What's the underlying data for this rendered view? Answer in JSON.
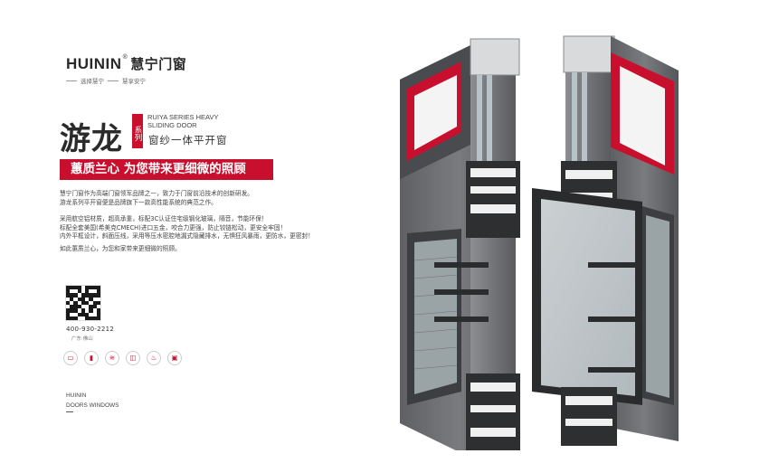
{
  "brand": {
    "name": "HUININ",
    "reg_mark": "®",
    "name_cn": "慧宁门窗",
    "tagline_left": "选择慧宁",
    "tagline_right": "慧享安宁"
  },
  "product": {
    "title": "游龙",
    "series_tag": "系列",
    "title_en": "RUIYA SERIES HEAVY SLIDING DOOR",
    "subtitle": "窗纱一体平开窗"
  },
  "slogan": "蕙质兰心 为您带来更细微的照顾",
  "intro": [
    "慧宁门窗作为高端门窗领军品牌之一，致力于门窗前沿技术的创新研发。",
    "游龙系列平开窗便是品牌旗下一款高性能系统的典范之作。"
  ],
  "features_text": [
    "采用航空铝材质，超高承重，标配3C认证住宅级钢化玻璃，隔音，节能环保！",
    "标配全套美国(希美克CMECH)进口五金，咬合力更强，防止铰链松动，更安全牢固！",
    "内外平框设计，斜面压线，采用等压水密腔地漏式隐藏排水，无惧狂风暴雨，更防水，更密封！"
  ],
  "closing": "如此蕙质兰心，为您和家带来更细微的照顾。",
  "contact": {
    "phone": "400-930-2212",
    "location": "广东·佛山"
  },
  "feature_icons": [
    {
      "icon": "window-icon",
      "glyph": "▭",
      "label": ""
    },
    {
      "icon": "profile-icon",
      "glyph": "▮",
      "label": ""
    },
    {
      "icon": "wind-icon",
      "glyph": "≋",
      "label": ""
    },
    {
      "icon": "glass-icon",
      "glyph": "◫",
      "label": ""
    },
    {
      "icon": "heat-icon",
      "glyph": "♨",
      "label": ""
    },
    {
      "icon": "lock-icon",
      "glyph": "▣",
      "label": ""
    }
  ],
  "footer": {
    "line1": "HUININ",
    "line2": "DOORS WINDOWS"
  },
  "colors": {
    "accent_red": "#c8102e",
    "profile_grey": "#6e6f72",
    "profile_dark": "#3b3c3f"
  }
}
